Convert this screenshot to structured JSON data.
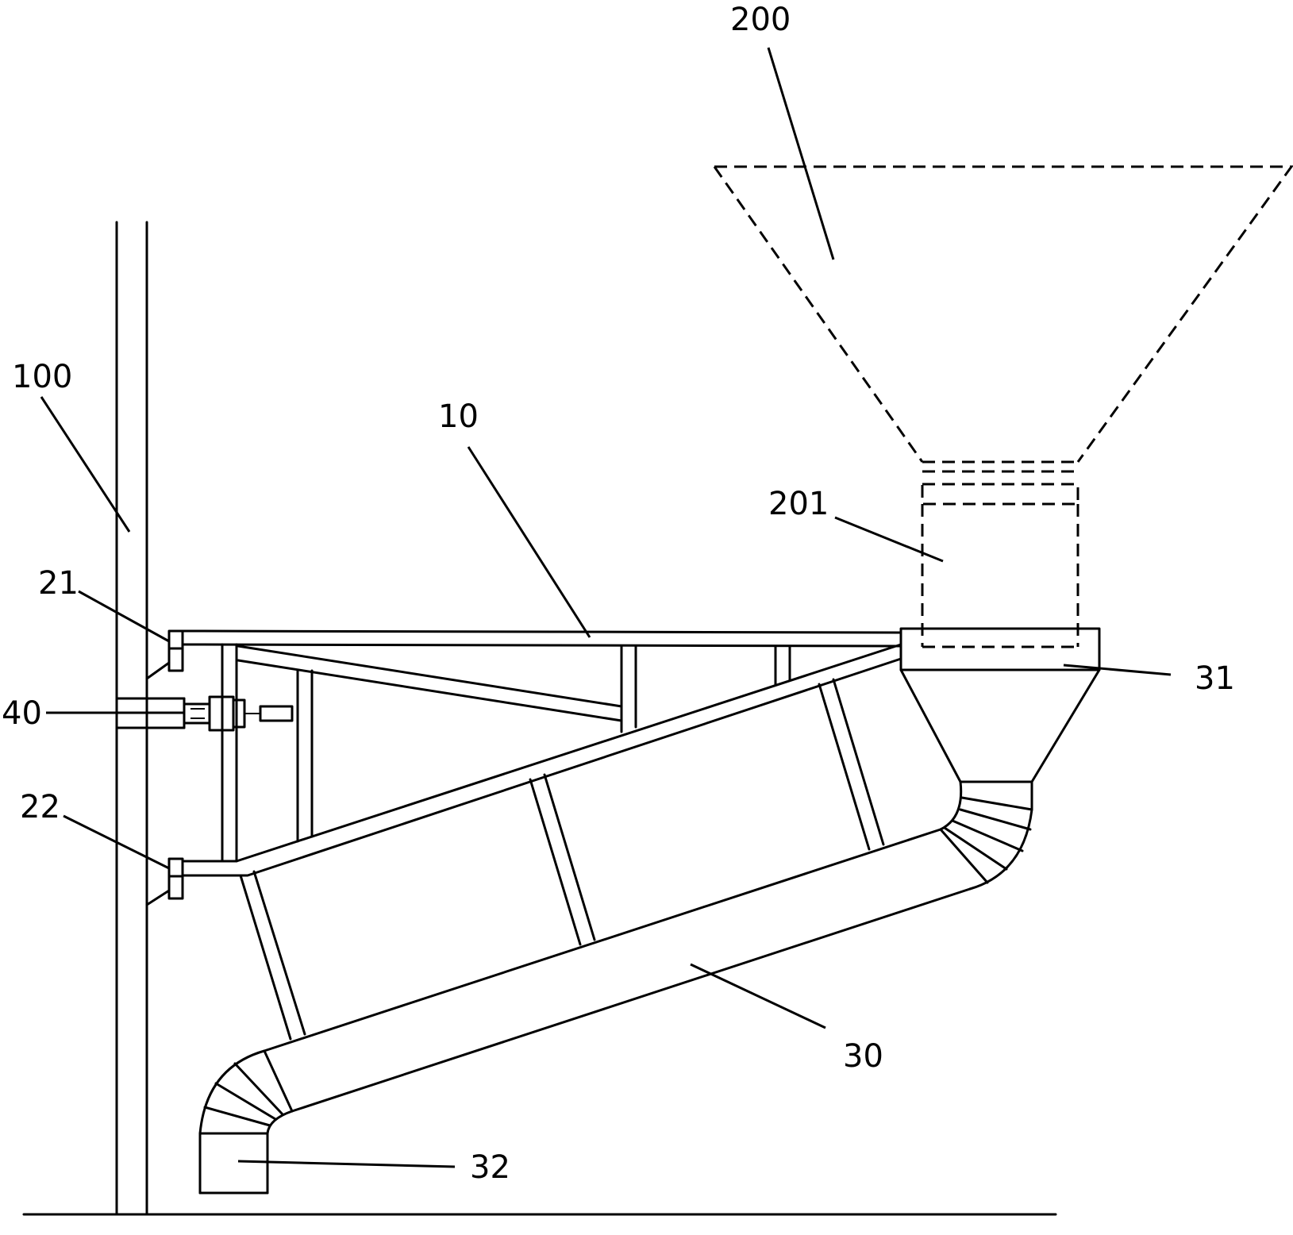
{
  "figure": {
    "labels": {
      "l200": "200",
      "l100": "100",
      "l10": "10",
      "l201": "201",
      "l21": "21",
      "l31": "31",
      "l40": "40",
      "l22": "22",
      "l30": "30",
      "l32": "32"
    }
  }
}
